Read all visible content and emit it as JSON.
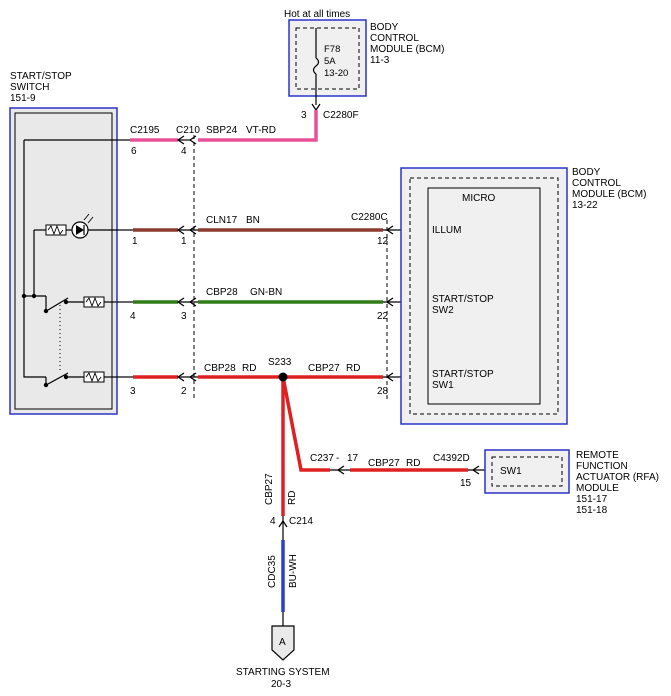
{
  "hot_label": "Hot at all times",
  "bcm_top": {
    "lines": [
      "BODY",
      "CONTROL",
      "MODULE (BCM)",
      "11-3"
    ]
  },
  "fuse": {
    "name": "F78",
    "rating": "5A",
    "ref": "13-20"
  },
  "bcm_micro": {
    "lines": [
      "BODY",
      "CONTROL",
      "MODULE (BCM)",
      "13-22"
    ],
    "title": "MICRO",
    "pins": {
      "illum": "ILLUM",
      "sw2_a": "START/STOP",
      "sw2_b": "SW2",
      "sw1_a": "START/STOP",
      "sw1_b": "SW1"
    }
  },
  "start_stop_switch": {
    "lines": [
      "START/STOP",
      "SWITCH",
      "151-9"
    ]
  },
  "rfa": {
    "lines": [
      "REMOTE",
      "FUNCTION",
      "ACTUATOR (RFA)",
      "MODULE",
      "151-17",
      "151-18"
    ],
    "sw": "SW1"
  },
  "connectors": {
    "c2195": "C2195",
    "c210": "C210",
    "c2280f": "C2280F",
    "c2280c": "C2280C",
    "c237": "C237",
    "c4392d": "C4392D",
    "c214": "C214",
    "s233": "S233"
  },
  "pins": {
    "p2280f": "3",
    "p2195_top": "6",
    "p210_top": "4",
    "p_illum_left": "1",
    "p_illum_mid": "1",
    "p_illum_right": "12",
    "p_sw2_left": "4",
    "p_sw2_mid": "3",
    "p_sw2_right": "22",
    "p_sw1_left": "3",
    "p_sw1_mid": "2",
    "p_sw1_right": "28",
    "p237_sep": "-",
    "p237": "17",
    "p4392": "15",
    "p214": "4"
  },
  "circuits": {
    "sbp24": "SBP24",
    "sbp24_color": "VT-RD",
    "cln17": "CLN17",
    "cln17_color": "BN",
    "cbp28_top": "CBP28",
    "cbp28_top_color": "GN-BN",
    "cbp28": "CBP28",
    "cbp28_color": "RD",
    "cbp27": "CBP27",
    "cbp27_color": "RD",
    "cbp27_rfa": "CBP27",
    "cbp27_rfa_color": "RD",
    "cbp27_vert": "CBP27",
    "cbp27_vert_color": "RD",
    "cdc35": "CDC35",
    "cdc35_color": "BU-WH"
  },
  "starting": {
    "letter": "A",
    "lines": [
      "STARTING SYSTEM",
      "20-3"
    ]
  },
  "colors": {
    "vt_rd": "#e8509a",
    "bn": "#8b3a2e",
    "gn_bn": "#2f7d16",
    "rd": "#e02020",
    "bu_wh": "#2b3fd0",
    "box": "#2b33c8"
  }
}
